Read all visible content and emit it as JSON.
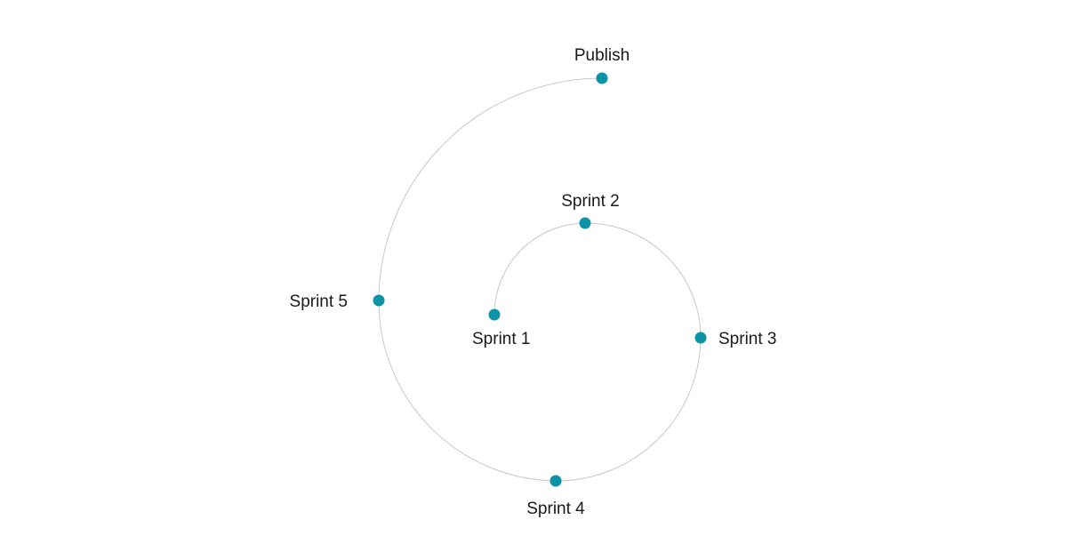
{
  "diagram": {
    "type": "spiral-roadmap",
    "colors": {
      "line": "#c8c8c8",
      "dot": "#0e93a6",
      "text": "#1a1a1a",
      "background": "#ffffff"
    },
    "milestones": [
      {
        "label": "Sprint 1"
      },
      {
        "label": "Sprint 2"
      },
      {
        "label": "Sprint 3"
      },
      {
        "label": "Sprint 4"
      },
      {
        "label": "Sprint 5"
      },
      {
        "label": "Publish"
      }
    ]
  }
}
